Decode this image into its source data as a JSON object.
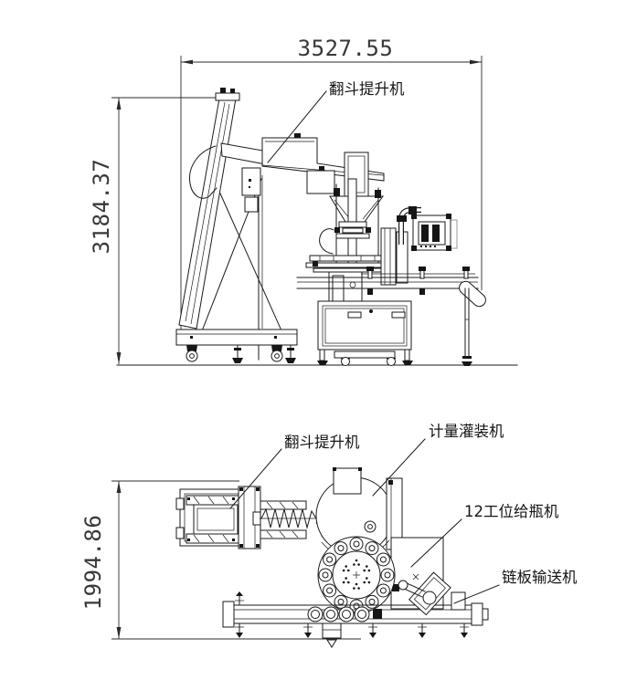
{
  "page": {
    "background": "#ffffff",
    "line_color": "#1a1a1a"
  },
  "drawing": {
    "side_view": {
      "dim_width": "3527.55",
      "dim_height": "3184.37",
      "callout_elevator": "翻斗提升机"
    },
    "plan_view": {
      "dim_depth": "1994.86",
      "callout_elevator": "翻斗提升机",
      "callout_filler": "计量灌装机",
      "callout_bottle_feeder": "12工位给瓶机",
      "callout_conveyor": "链板输送机"
    }
  }
}
